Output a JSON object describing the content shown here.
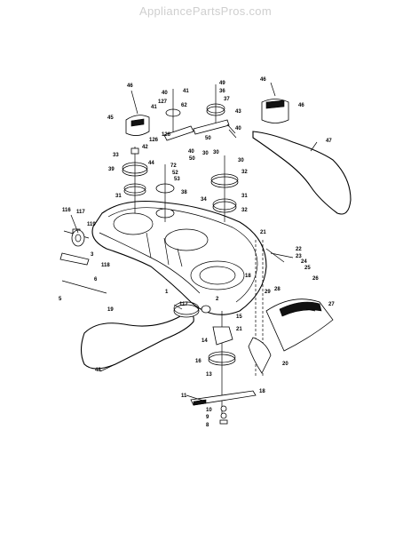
{
  "watermark": "AppliancePartsPros.com",
  "callouts": [
    "46",
    "45",
    "49",
    "36",
    "37",
    "40",
    "126",
    "127",
    "62",
    "41",
    "41",
    "43",
    "33",
    "42",
    "126",
    "39",
    "72",
    "50",
    "30",
    "30",
    "32",
    "44",
    "53",
    "31",
    "40",
    "50",
    "52",
    "40",
    "30",
    "31",
    "32",
    "38",
    "34",
    "116",
    "117",
    "119",
    "3",
    "118",
    "21",
    "22",
    "23",
    "25",
    "24",
    "26",
    "5",
    "6",
    "1",
    "19",
    "29",
    "28",
    "27",
    "117",
    "15",
    "14",
    "21",
    "16",
    "13",
    "11",
    "10",
    "9",
    "8",
    "48",
    "18",
    "20",
    "47",
    "46",
    "46",
    "2",
    "18"
  ]
}
